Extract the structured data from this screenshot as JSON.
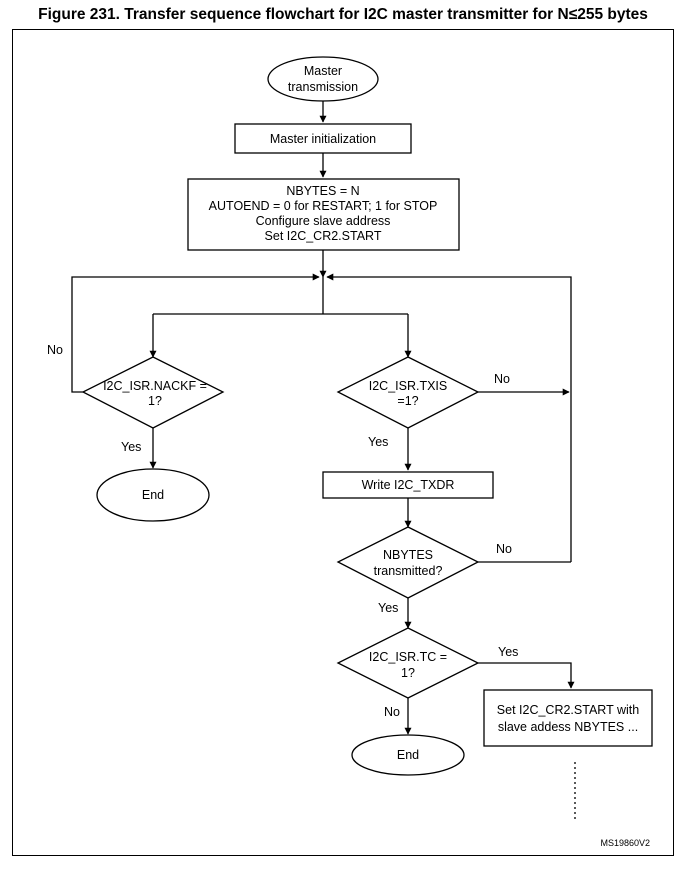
{
  "title": "Figure 231. Transfer sequence flowchart for I2C master transmitter for N≤255 bytes",
  "nodes": {
    "start": [
      "Master",
      "transmission"
    ],
    "init": [
      "Master initialization"
    ],
    "config": [
      "NBYTES = N",
      "AUTOEND = 0 for RESTART; 1 for STOP",
      "Configure slave address",
      "Set I2C_CR2.START"
    ],
    "nackf": [
      "I2C_ISR.NACKF =",
      "1?"
    ],
    "end_left": [
      "End"
    ],
    "txis": [
      "I2C_ISR.TXIS",
      "=1?"
    ],
    "write": [
      "Write I2C_TXDR"
    ],
    "nbytes": [
      "NBYTES",
      "transmitted?"
    ],
    "tc": [
      "I2C_ISR.TC =",
      "1?"
    ],
    "end_bottom": [
      "End"
    ],
    "restart": [
      "Set I2C_CR2.START with",
      "slave addess NBYTES ..."
    ]
  },
  "edge_labels": {
    "nackf_no": "No",
    "nackf_yes": "Yes",
    "txis_no": "No",
    "txis_yes": "Yes",
    "nbytes_no": "No",
    "nbytes_yes": "Yes",
    "tc_yes": "Yes",
    "tc_no": "No"
  },
  "reference": "MS19860V2"
}
